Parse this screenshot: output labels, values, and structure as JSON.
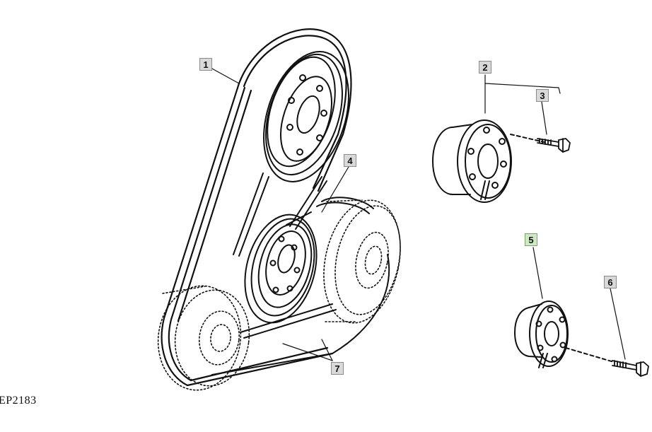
{
  "figure_id": "EP2183",
  "callouts": [
    {
      "label": "1",
      "part": "belt"
    },
    {
      "label": "2",
      "part": "sheave-hub-assembly"
    },
    {
      "label": "3",
      "part": "cap-screw"
    },
    {
      "label": "4",
      "part": "sheave"
    },
    {
      "label": "5",
      "part": "bushing-hub",
      "highlighted": true
    },
    {
      "label": "6",
      "part": "cap-screw"
    },
    {
      "label": "7",
      "part": "belt"
    }
  ],
  "colors": {
    "line": "#111111",
    "callout_bg": "#d9d9d9",
    "callout_highlight_bg": "#cfe8c6"
  }
}
